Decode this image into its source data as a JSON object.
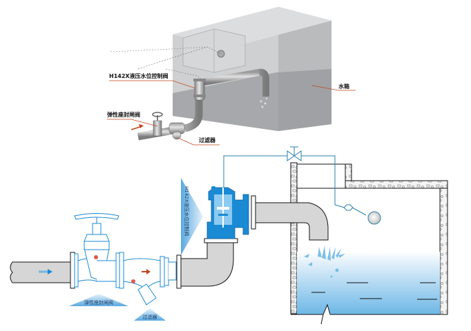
{
  "top_diagram": {
    "labels": {
      "control_valve": "H142X液压水位控制阀",
      "gate_valve": "弹性座封闸阀",
      "filter": "过滤器",
      "tank": "水箱"
    }
  },
  "bottom_diagram": {
    "labels": {
      "control_valve": "H142X液压水位控制阀",
      "gate_valve": "弹性座封闸阀",
      "filter": "过滤器"
    }
  },
  "colors": {
    "valve_blue": "#1a8ad4",
    "line_blue": "#2a7fa8",
    "pipe_gray": "#d6d6d6",
    "leader_red": "#c0451b",
    "water_top": "#e8f3fb",
    "water_bottom": "#6fb8e6"
  }
}
